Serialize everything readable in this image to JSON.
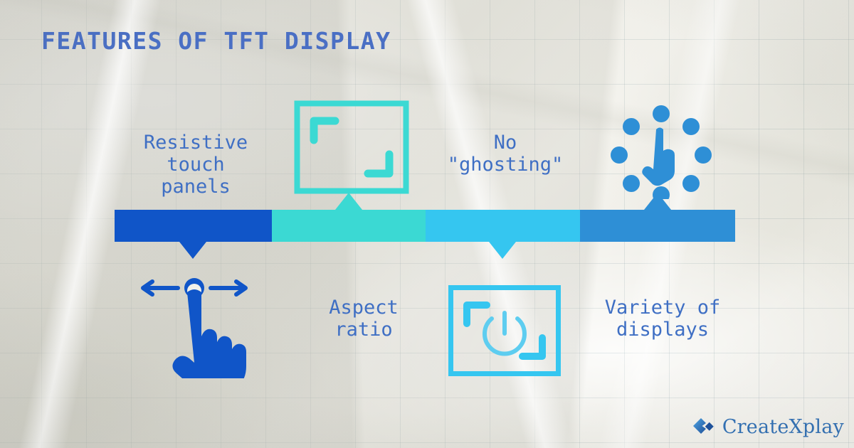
{
  "title": "FEATURES OF TFT DISPLAY",
  "brand": {
    "name": "CreateXplay",
    "mark": "createxplay-diamond-logo"
  },
  "colors": {
    "title": "#4a6fc4",
    "label": "#3f6fc4",
    "segment_1": "#1055c8",
    "segment_2": "#3bd9d3",
    "segment_3": "#35c6f0",
    "segment_4": "#2e8fd6",
    "paper": "#f2f1ec",
    "grid_line": "#8ca5af",
    "logo_text": "#2f6fb5"
  },
  "bar": {
    "segments": [
      {
        "id": "segment-1",
        "color": "#1055c8",
        "width_pct": 25.3,
        "pointer": "down",
        "feature": "Resistive touch panels"
      },
      {
        "id": "segment-2",
        "color": "#3bd9d3",
        "width_pct": 24.8,
        "pointer": "up",
        "feature": "Aspect ratio"
      },
      {
        "id": "segment-3",
        "color": "#35c6f0",
        "width_pct": 24.9,
        "pointer": "down",
        "feature": "No \"ghosting\""
      },
      {
        "id": "segment-4",
        "color": "#2e8fd6",
        "width_pct": 25.0,
        "pointer": "up",
        "feature": "Variety of displays"
      }
    ]
  },
  "features": [
    {
      "label": "Resistive\ntouch\npanels",
      "position": "above-bar",
      "icon": "swipe-hand-gesture-icon",
      "icon_position": "below-bar",
      "icon_color": "#1055c8"
    },
    {
      "label": "Aspect\nratio",
      "position": "below-bar",
      "icon": "aspect-ratio-frame-icon",
      "icon_position": "above-bar",
      "icon_color": "#3bd9d3"
    },
    {
      "label": "No\n\"ghosting\"",
      "position": "above-bar",
      "icon": "power-button-frame-icon",
      "icon_position": "below-bar",
      "icon_color": "#35c6f0"
    },
    {
      "label": "Variety of\ndisplays",
      "position": "below-bar",
      "icon": "touch-pointer-dots-icon",
      "icon_position": "above-bar",
      "icon_color": "#2e8fd6"
    }
  ]
}
